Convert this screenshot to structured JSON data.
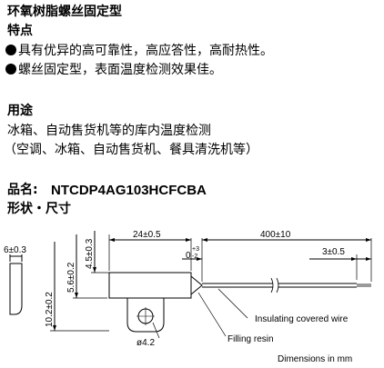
{
  "title": "环氧树脂螺丝固定型",
  "features": {
    "heading": "特点",
    "items": [
      "具有优异的高可靠性，高应答性，高耐热性。",
      "螺丝固定型，表面温度检测效果佳。"
    ]
  },
  "uses": {
    "heading": "用途",
    "line1": "冰箱、自动售货机等的库内温度检测",
    "line2": "（空调、冰箱、自动售货机、餐具清洗机等）"
  },
  "product": {
    "label": "品名:",
    "value": "NTCDP4AG103HCFCBA"
  },
  "shape_heading": "形状・尺寸",
  "drawing": {
    "dim_width": "6±0.3",
    "dim_height_total": "10.2±0.2",
    "dim_hole_pos": "5.6±0.2",
    "dim_body_h": "4.5±0.3",
    "dim_body_len": "24±0.5",
    "dim_gap": "0",
    "dim_gap_tol_upper": "+3",
    "dim_gap_tol_lower": "-2",
    "dim_lead_len": "400±10",
    "dim_strip": "3±0.5",
    "dim_hole": "ø4.2",
    "label_wire": "Insulating covered wire",
    "label_resin": "Filling resin",
    "units_note": "Dimensions in mm"
  }
}
